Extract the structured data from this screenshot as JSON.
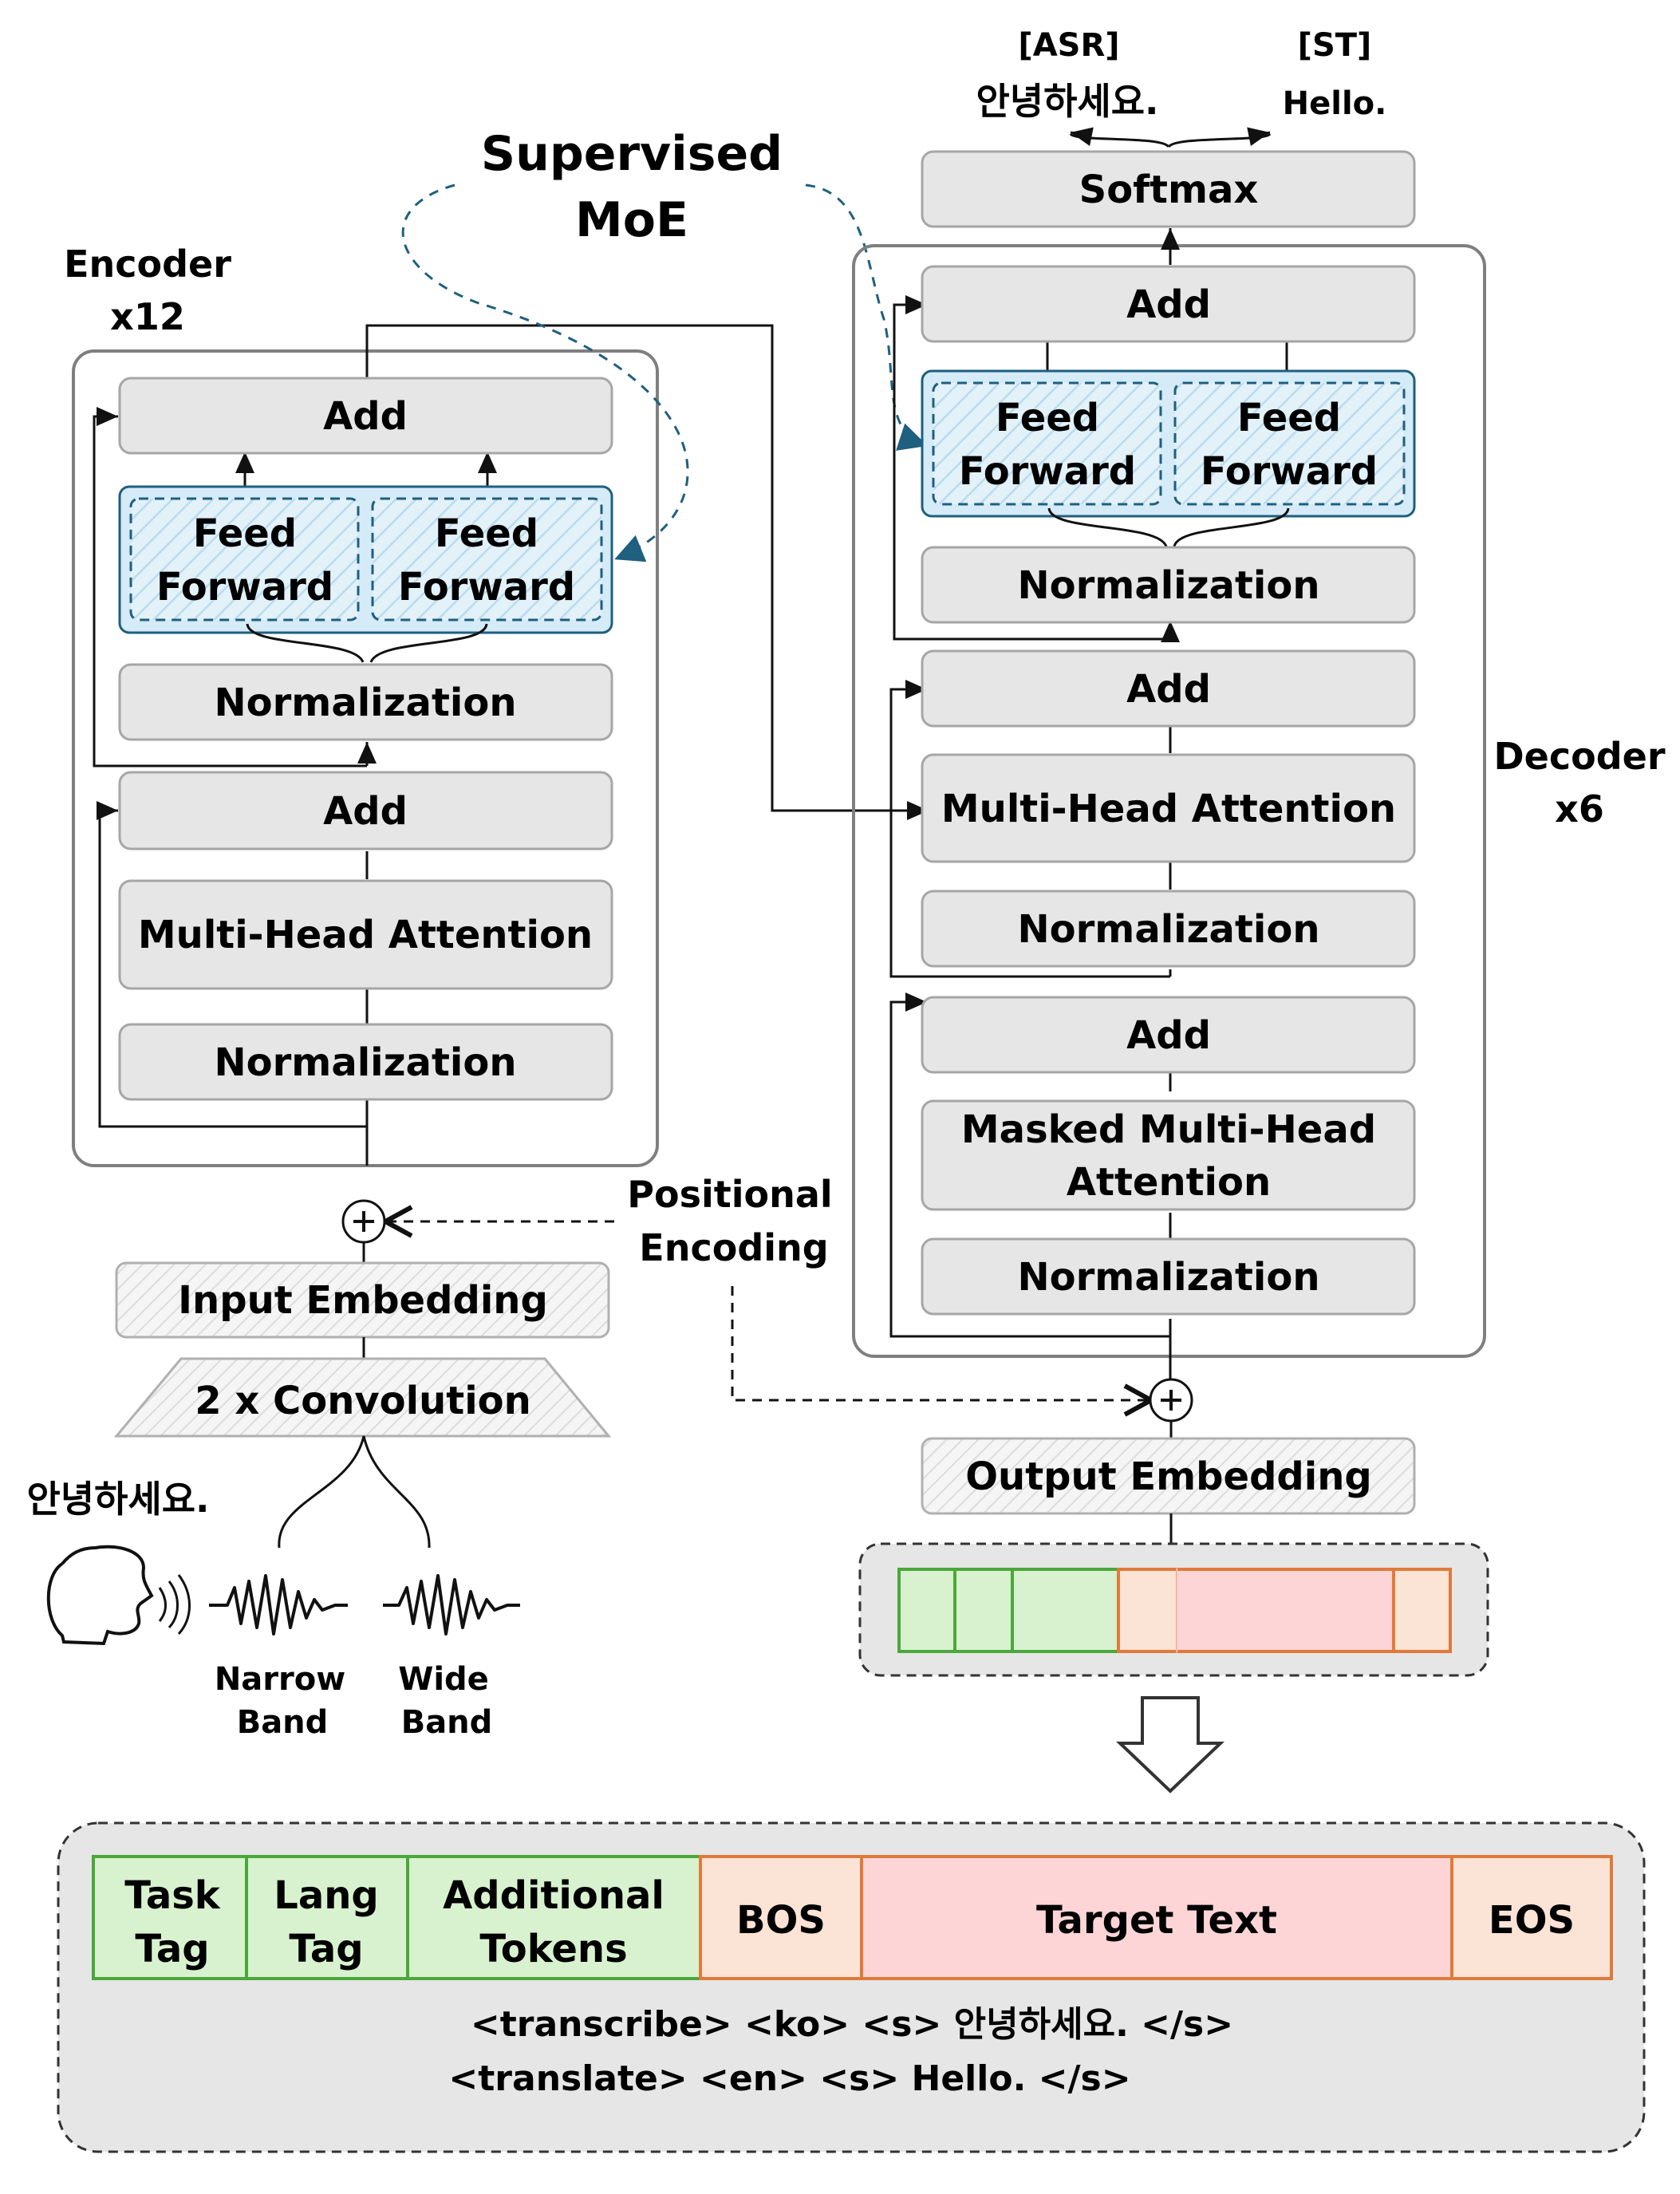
{
  "title": {
    "line1": "Supervised",
    "line2": "MoE"
  },
  "encoder": {
    "label_line1": "Encoder",
    "label_line2": "x12",
    "add_top": "Add",
    "ff1_line1": "Feed",
    "ff1_line2": "Forward",
    "ff2_line1": "Feed",
    "ff2_line2": "Forward",
    "norm_top": "Normalization",
    "add_bottom": "Add",
    "mha": "Multi-Head Attention",
    "norm_bottom": "Normalization"
  },
  "decoder": {
    "label_line1": "Decoder",
    "label_line2": "x6",
    "softmax": "Softmax",
    "add_top": "Add",
    "ff1_line1": "Feed",
    "ff1_line2": "Forward",
    "ff2_line1": "Feed",
    "ff2_line2": "Forward",
    "norm_top": "Normalization",
    "add_mid": "Add",
    "mha": "Multi-Head Attention",
    "norm_mid": "Normalization",
    "add_bottom": "Add",
    "masked_line1": "Masked Multi-Head",
    "masked_line2": "Attention",
    "norm_bottom": "Normalization"
  },
  "outputs": {
    "asr_tag": "[ASR]",
    "asr_text": "안녕하세요.",
    "st_tag": "[ST]",
    "st_text": "Hello."
  },
  "positional": {
    "line1": "Positional",
    "line2": "Encoding"
  },
  "input_embedding": "Input Embedding",
  "convolution": "2 x Convolution",
  "output_embedding": "Output Embedding",
  "speech_text": "안녕하세요.",
  "bands": {
    "narrow_line1": "Narrow",
    "narrow_line2": "Band",
    "wide_line1": "Wide",
    "wide_line2": "Band"
  },
  "tokens": {
    "task_line1": "Task",
    "task_line2": "Tag",
    "lang_line1": "Lang",
    "lang_line2": "Tag",
    "add_line1": "Additional",
    "add_line2": "Tokens",
    "bos": "BOS",
    "target": "Target Text",
    "eos": "EOS"
  },
  "examples": {
    "line1": "<transcribe> <ko> <s> 안녕하세요. </s>",
    "line2": "<translate> <en> <s> Hello. </s>"
  },
  "colors": {
    "block_fill": "#e6e6e6",
    "block_stroke": "#a6a6a6",
    "moe_fill": "#d5ebf7",
    "moe_stroke": "#1f5f7f",
    "green_fill": "#d8f2cf",
    "green_stroke": "#4aa83a",
    "orange_fill": "#fbe3d5",
    "orange_stroke": "#e07a3a",
    "pink_fill": "#fdd5d6",
    "pink_stroke": "#e07a3a",
    "dashed_arrow": "#1f5f7f"
  }
}
